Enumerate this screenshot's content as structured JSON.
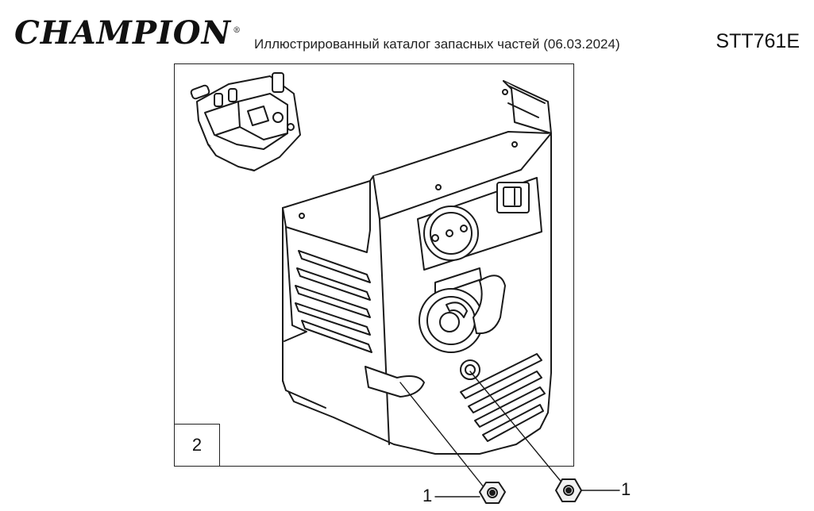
{
  "header": {
    "brand": "CHAMPION",
    "brand_mark": "®",
    "catalog_title": "Иллюстрированный каталог запасных частей (06.03.2024)",
    "model_code": "STT761E"
  },
  "diagram": {
    "assembly_callout": "2",
    "parts": [
      {
        "number": "1",
        "name": "flange-nut-left"
      },
      {
        "number": "1",
        "name": "flange-nut-right"
      }
    ],
    "line_color": "#1a1a1a",
    "fill_color": "#ffffff"
  }
}
